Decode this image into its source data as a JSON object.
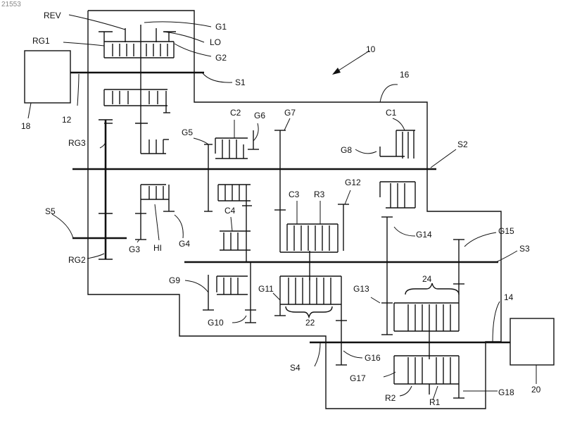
{
  "figure": {
    "id_mark": "21553",
    "ref_numbers": [
      "10",
      "12",
      "14",
      "16",
      "18",
      "20",
      "22",
      "24"
    ],
    "labels": {
      "REV": "REV",
      "G1": "G1",
      "LO": "LO",
      "G2": "G2",
      "RG1": "RG1",
      "S1": "S1",
      "C2": "C2",
      "G6": "G6",
      "G7": "G7",
      "C1": "C1",
      "G5": "G5",
      "G8": "G8",
      "S2": "S2",
      "RG3": "RG3",
      "C3": "C3",
      "R3": "R3",
      "G12": "G12",
      "S5": "S5",
      "C4": "C4",
      "G14": "G14",
      "G15": "G15",
      "G3": "G3",
      "HI": "HI",
      "G4": "G4",
      "RG2": "RG2",
      "S3": "S3",
      "G9": "G9",
      "G11": "G11",
      "G13": "G13",
      "G10": "G10",
      "G16": "G16",
      "S4": "S4",
      "G17": "G17",
      "G18": "G18",
      "R2": "R2",
      "R1": "R1"
    }
  }
}
